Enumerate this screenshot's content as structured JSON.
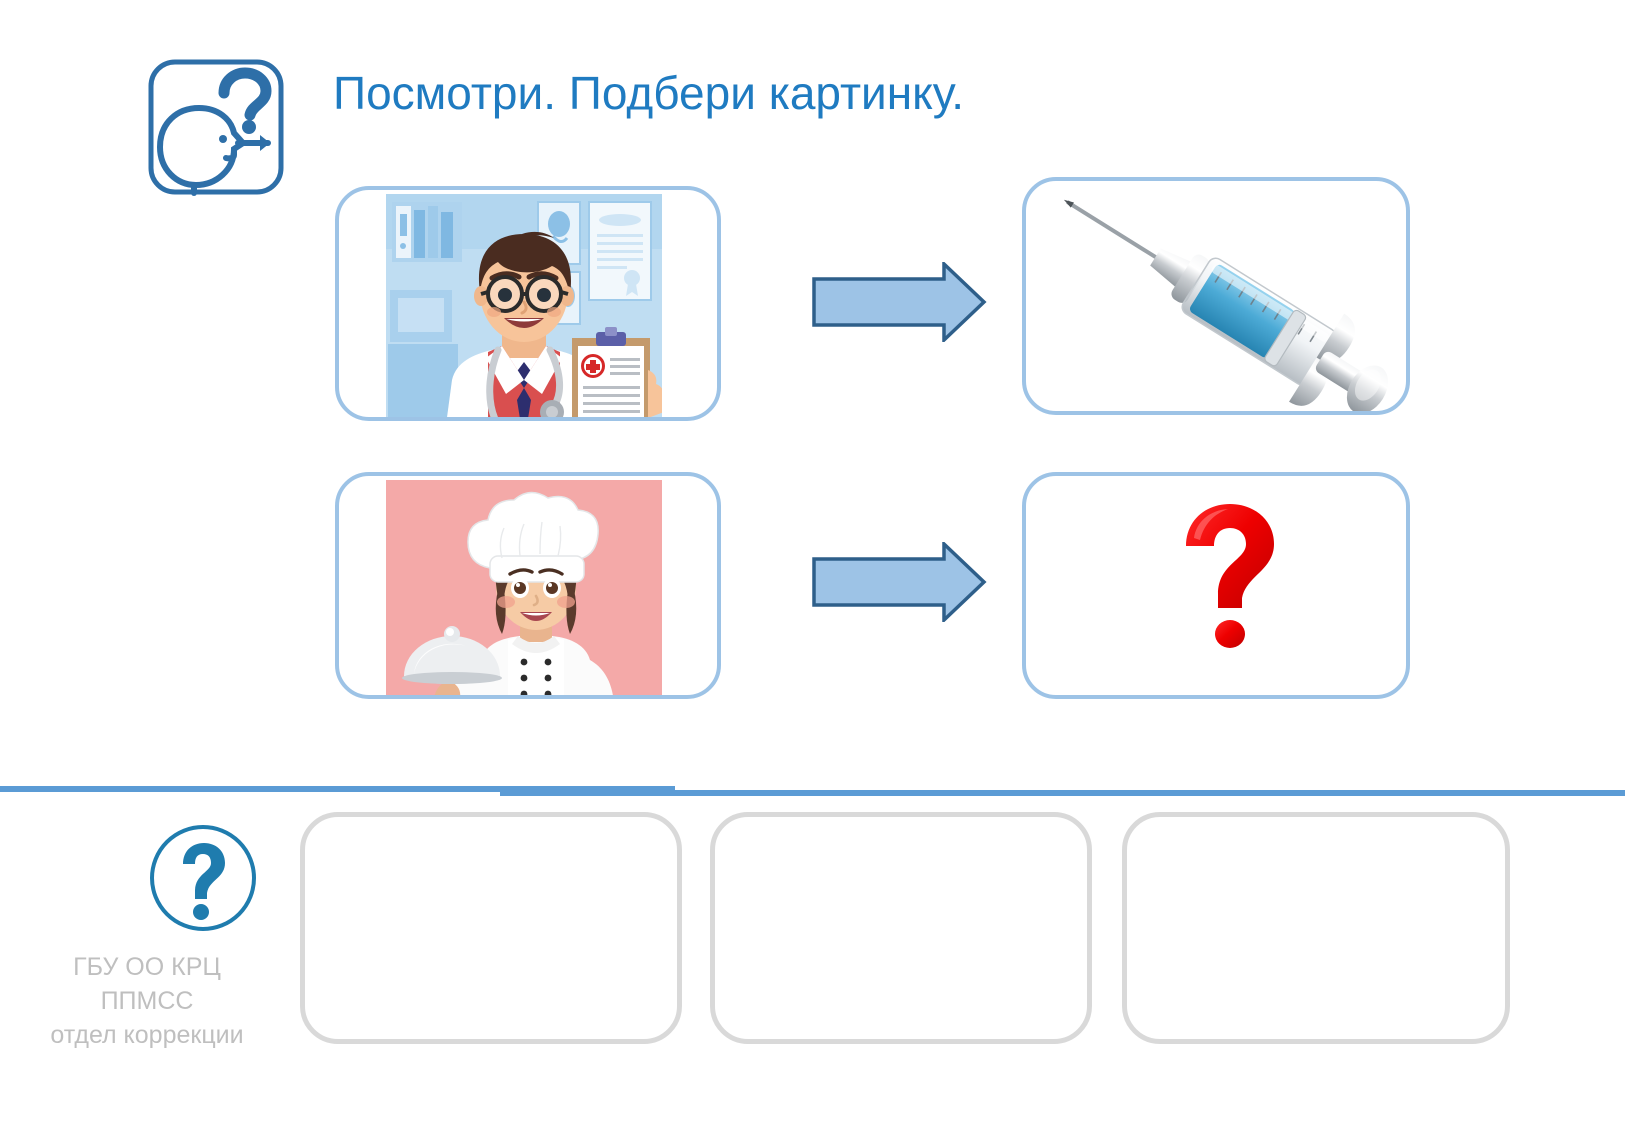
{
  "header": {
    "logo_icon": "head-profile-question-arrow-icon",
    "title": "Посмотри. Подбери картинку."
  },
  "colors": {
    "title_blue": "#1F7BC1",
    "card_border_blue": "#9DC3E6",
    "arrow_fill": "#9DC3E6",
    "arrow_stroke": "#2E5F8A",
    "divider_blue": "#5B9BD5",
    "slot_border_grey": "#D9D9D9",
    "footer_text_grey": "#BFBFBF",
    "badge_blue": "#1F7CAE",
    "question_red": "#EE0000",
    "chef_background_pink": "#F4A9A8"
  },
  "rows": [
    {
      "prompt": {
        "name": "doctor-card",
        "alt": "Врач в белом халате со стетоскопом и планшетом"
      },
      "arrow": {
        "name": "arrow-right-icon",
        "direction": "right"
      },
      "answer": {
        "name": "syringe-card",
        "alt": "Шприц с голубой жидкостью",
        "state": "filled"
      }
    },
    {
      "prompt": {
        "name": "chef-card",
        "alt": "Повар в белом колпаке с блюдом под крышкой"
      },
      "arrow": {
        "name": "arrow-right-icon",
        "direction": "right"
      },
      "answer": {
        "name": "unknown-card",
        "alt": "Красный знак вопроса",
        "state": "empty",
        "glyph": "?"
      }
    }
  ],
  "answer_bank": {
    "slots": [
      {
        "label": "",
        "state": "empty"
      },
      {
        "label": "",
        "state": "empty"
      },
      {
        "label": "",
        "state": "empty"
      }
    ]
  },
  "footer": {
    "badge_icon": "question-circle-icon",
    "badge_glyph": "?",
    "org_lines": [
      "ГБУ ОО КРЦ",
      "ППМСС",
      "отдел коррекции"
    ]
  }
}
